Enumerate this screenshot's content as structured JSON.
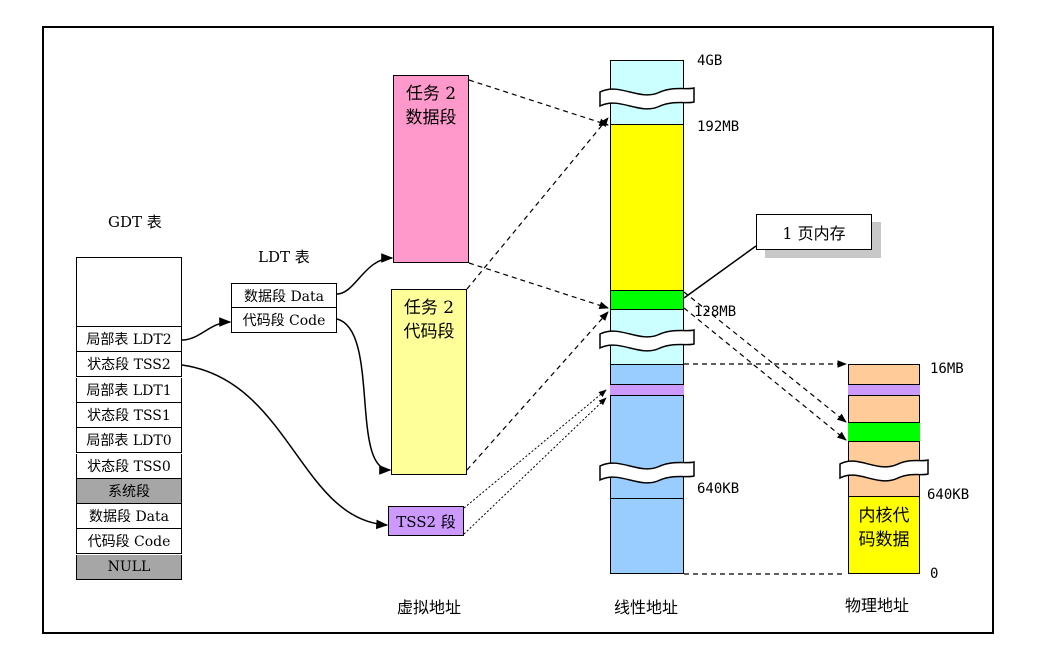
{
  "gdt": {
    "title": "GDT 表",
    "rows": [
      {
        "label": "局部表 LDT2",
        "gray": false
      },
      {
        "label": "状态段 TSS2",
        "gray": false
      },
      {
        "label": "局部表 LDT1",
        "gray": false
      },
      {
        "label": "状态段 TSS1",
        "gray": false
      },
      {
        "label": "局部表 LDT0",
        "gray": false
      },
      {
        "label": "状态段 TSS0",
        "gray": false
      },
      {
        "label": "系统段",
        "gray": true
      },
      {
        "label": "数据段 Data",
        "gray": false
      },
      {
        "label": "代码段 Code",
        "gray": false
      },
      {
        "label": "NULL",
        "gray": true
      }
    ]
  },
  "ldt": {
    "title": "LDT 表",
    "data_row": "数据段 Data",
    "code_row": "代码段 Code"
  },
  "virtual": {
    "data_segment_line1": "任务 2",
    "data_segment_line2": "数据段",
    "code_segment_line1": "任务 2",
    "code_segment_line2": "代码段",
    "tss_segment": "TSS2 段",
    "caption": "虚拟地址"
  },
  "linear": {
    "caption": "线性地址",
    "labels": {
      "top": "4GB",
      "mb192": "192MB",
      "mb128": "128MB",
      "kb640": "640KB"
    },
    "callout": "1 页内存"
  },
  "physical": {
    "caption": "物理地址",
    "labels": {
      "top": "16MB",
      "kb640": "640KB",
      "zero": "0"
    },
    "kernel_line1": "内核代",
    "kernel_line2": "码数据"
  },
  "colors": {
    "pink": "#ff99cc",
    "light_yellow": "#ffff99",
    "yellow": "#ffff00",
    "green": "#00ff00",
    "cyan": "#ccffff",
    "blue": "#99ccff",
    "purple": "#cc99ff",
    "orange": "#ffcc99",
    "gray": "#a6a6a6"
  }
}
